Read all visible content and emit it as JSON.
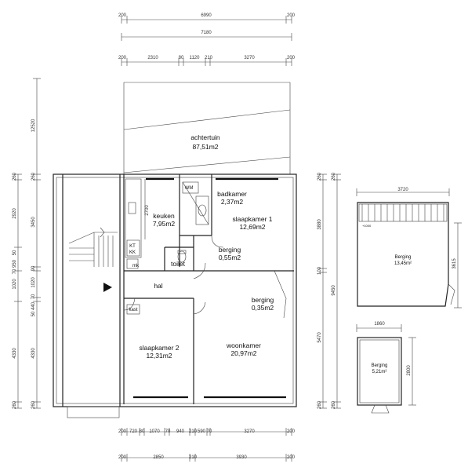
{
  "dims_top": {
    "row1": [
      "200",
      "6990",
      "200"
    ],
    "row2": [
      "7180"
    ],
    "row3": [
      "200",
      "2310",
      "80",
      "1120",
      "210",
      "3270",
      "200"
    ]
  },
  "dims_bottom": {
    "row1": [
      "200",
      "720",
      "80",
      "1070",
      "70",
      "940",
      "210",
      "590",
      "70",
      "3270",
      "200"
    ],
    "row2": [
      "200",
      "2850",
      "210",
      "3930",
      "200"
    ]
  },
  "dims_left_outer": [
    "12520",
    "260",
    "3450",
    "90",
    "1020",
    "70",
    "440",
    "50",
    "4330",
    "260"
  ],
  "dims_left_inner": [
    "260",
    "2920",
    "50",
    "950",
    "70",
    "1020",
    "4330",
    "260"
  ],
  "dims_right": [
    "260",
    "3880",
    "100",
    "5470",
    "260",
    "9450"
  ],
  "rooms": {
    "achtertuin": {
      "name": "achtertuin",
      "area": "87,51m2"
    },
    "badkamer": {
      "name": "badkamer",
      "area": "2,37m2"
    },
    "keuken": {
      "name": "keuken",
      "area": "7,95m2"
    },
    "slaapkamer1": {
      "name": "slaapkamer 1",
      "area": "12,69m2"
    },
    "berging1": {
      "name": "berging",
      "area": "0,55m2"
    },
    "berging2": {
      "name": "berging",
      "area": "0,35m2"
    },
    "hal": {
      "name": "hal"
    },
    "toilet": {
      "name": "toilet"
    },
    "slaapkamer2": {
      "name": "slaapkamer 2",
      "area": "12,31m2"
    },
    "woonkamer": {
      "name": "woonkamer",
      "area": "20,97m2"
    }
  },
  "labels": {
    "wm": "WM",
    "kt": "KT",
    "kk": "KK",
    "mk": "mk",
    "kast": "kast",
    "dim_2700": "2700"
  },
  "storage": {
    "large": {
      "name": "Berging",
      "area": "13,45m²",
      "width": "3720",
      "height": "3615",
      "note": "+1000"
    },
    "small": {
      "name": "Berging",
      "area": "5,21m²",
      "width": "1860",
      "height": "2800"
    }
  }
}
